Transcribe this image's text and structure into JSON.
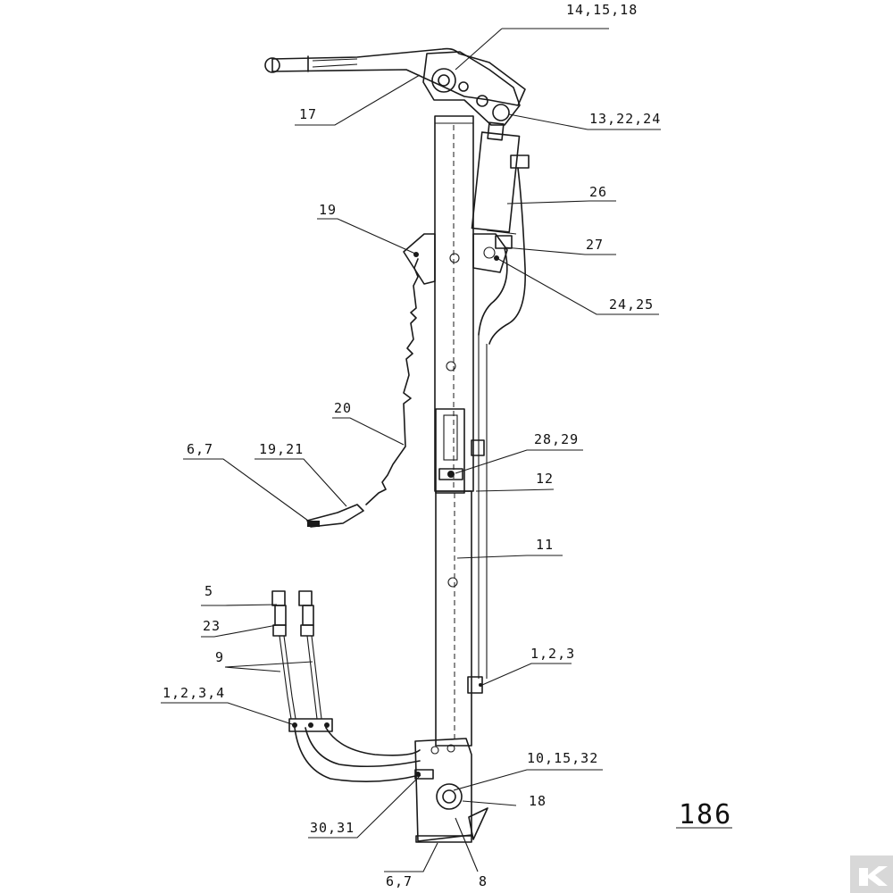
{
  "callouts": {
    "c01": "14,15,18",
    "c02": "17",
    "c03": "13,22,24",
    "c04": "26",
    "c05": "19",
    "c06": "27",
    "c07": "24,25",
    "c08": "20",
    "c09": "6,7",
    "c10": "19,21",
    "c11": "28,29",
    "c12": "12",
    "c13": "11",
    "c14": "5",
    "c15": "23",
    "c16": "9",
    "c17": "1,2,3",
    "c18": "1,2,3,4",
    "c19": "10,15,32",
    "c20": "18",
    "c21": "30,31",
    "c22": "6,7",
    "c23": "8"
  },
  "page_number": "186"
}
